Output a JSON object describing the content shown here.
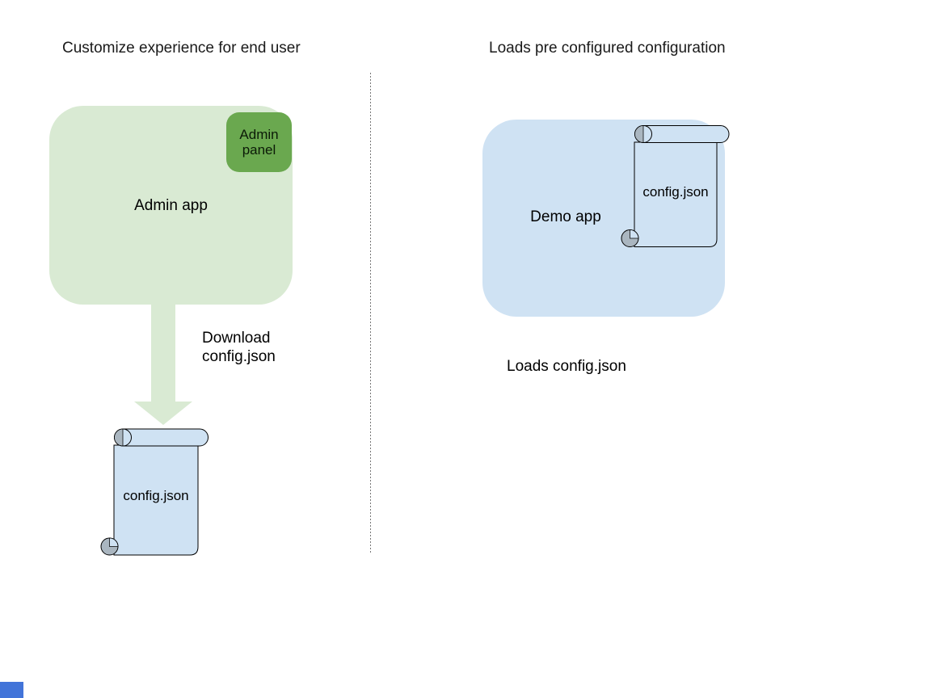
{
  "left": {
    "title": "Customize experience for end user",
    "admin_app_label": "Admin app",
    "admin_panel_label": "Admin panel",
    "download_label": "Download\nconfig.json",
    "config_file_label": "config.json"
  },
  "right": {
    "title": "Loads pre configured configuration",
    "demo_app_label": "Demo app",
    "config_file_label": "config.json",
    "caption": "Loads config.json"
  },
  "colors": {
    "light_green": "#d9ead3",
    "green": "#6aa84f",
    "light_blue": "#cfe2f3",
    "coil_gray": "#aab6c0",
    "outline": "#000000",
    "divider_gray": "#777777",
    "corner_blue": "#4274d9"
  }
}
